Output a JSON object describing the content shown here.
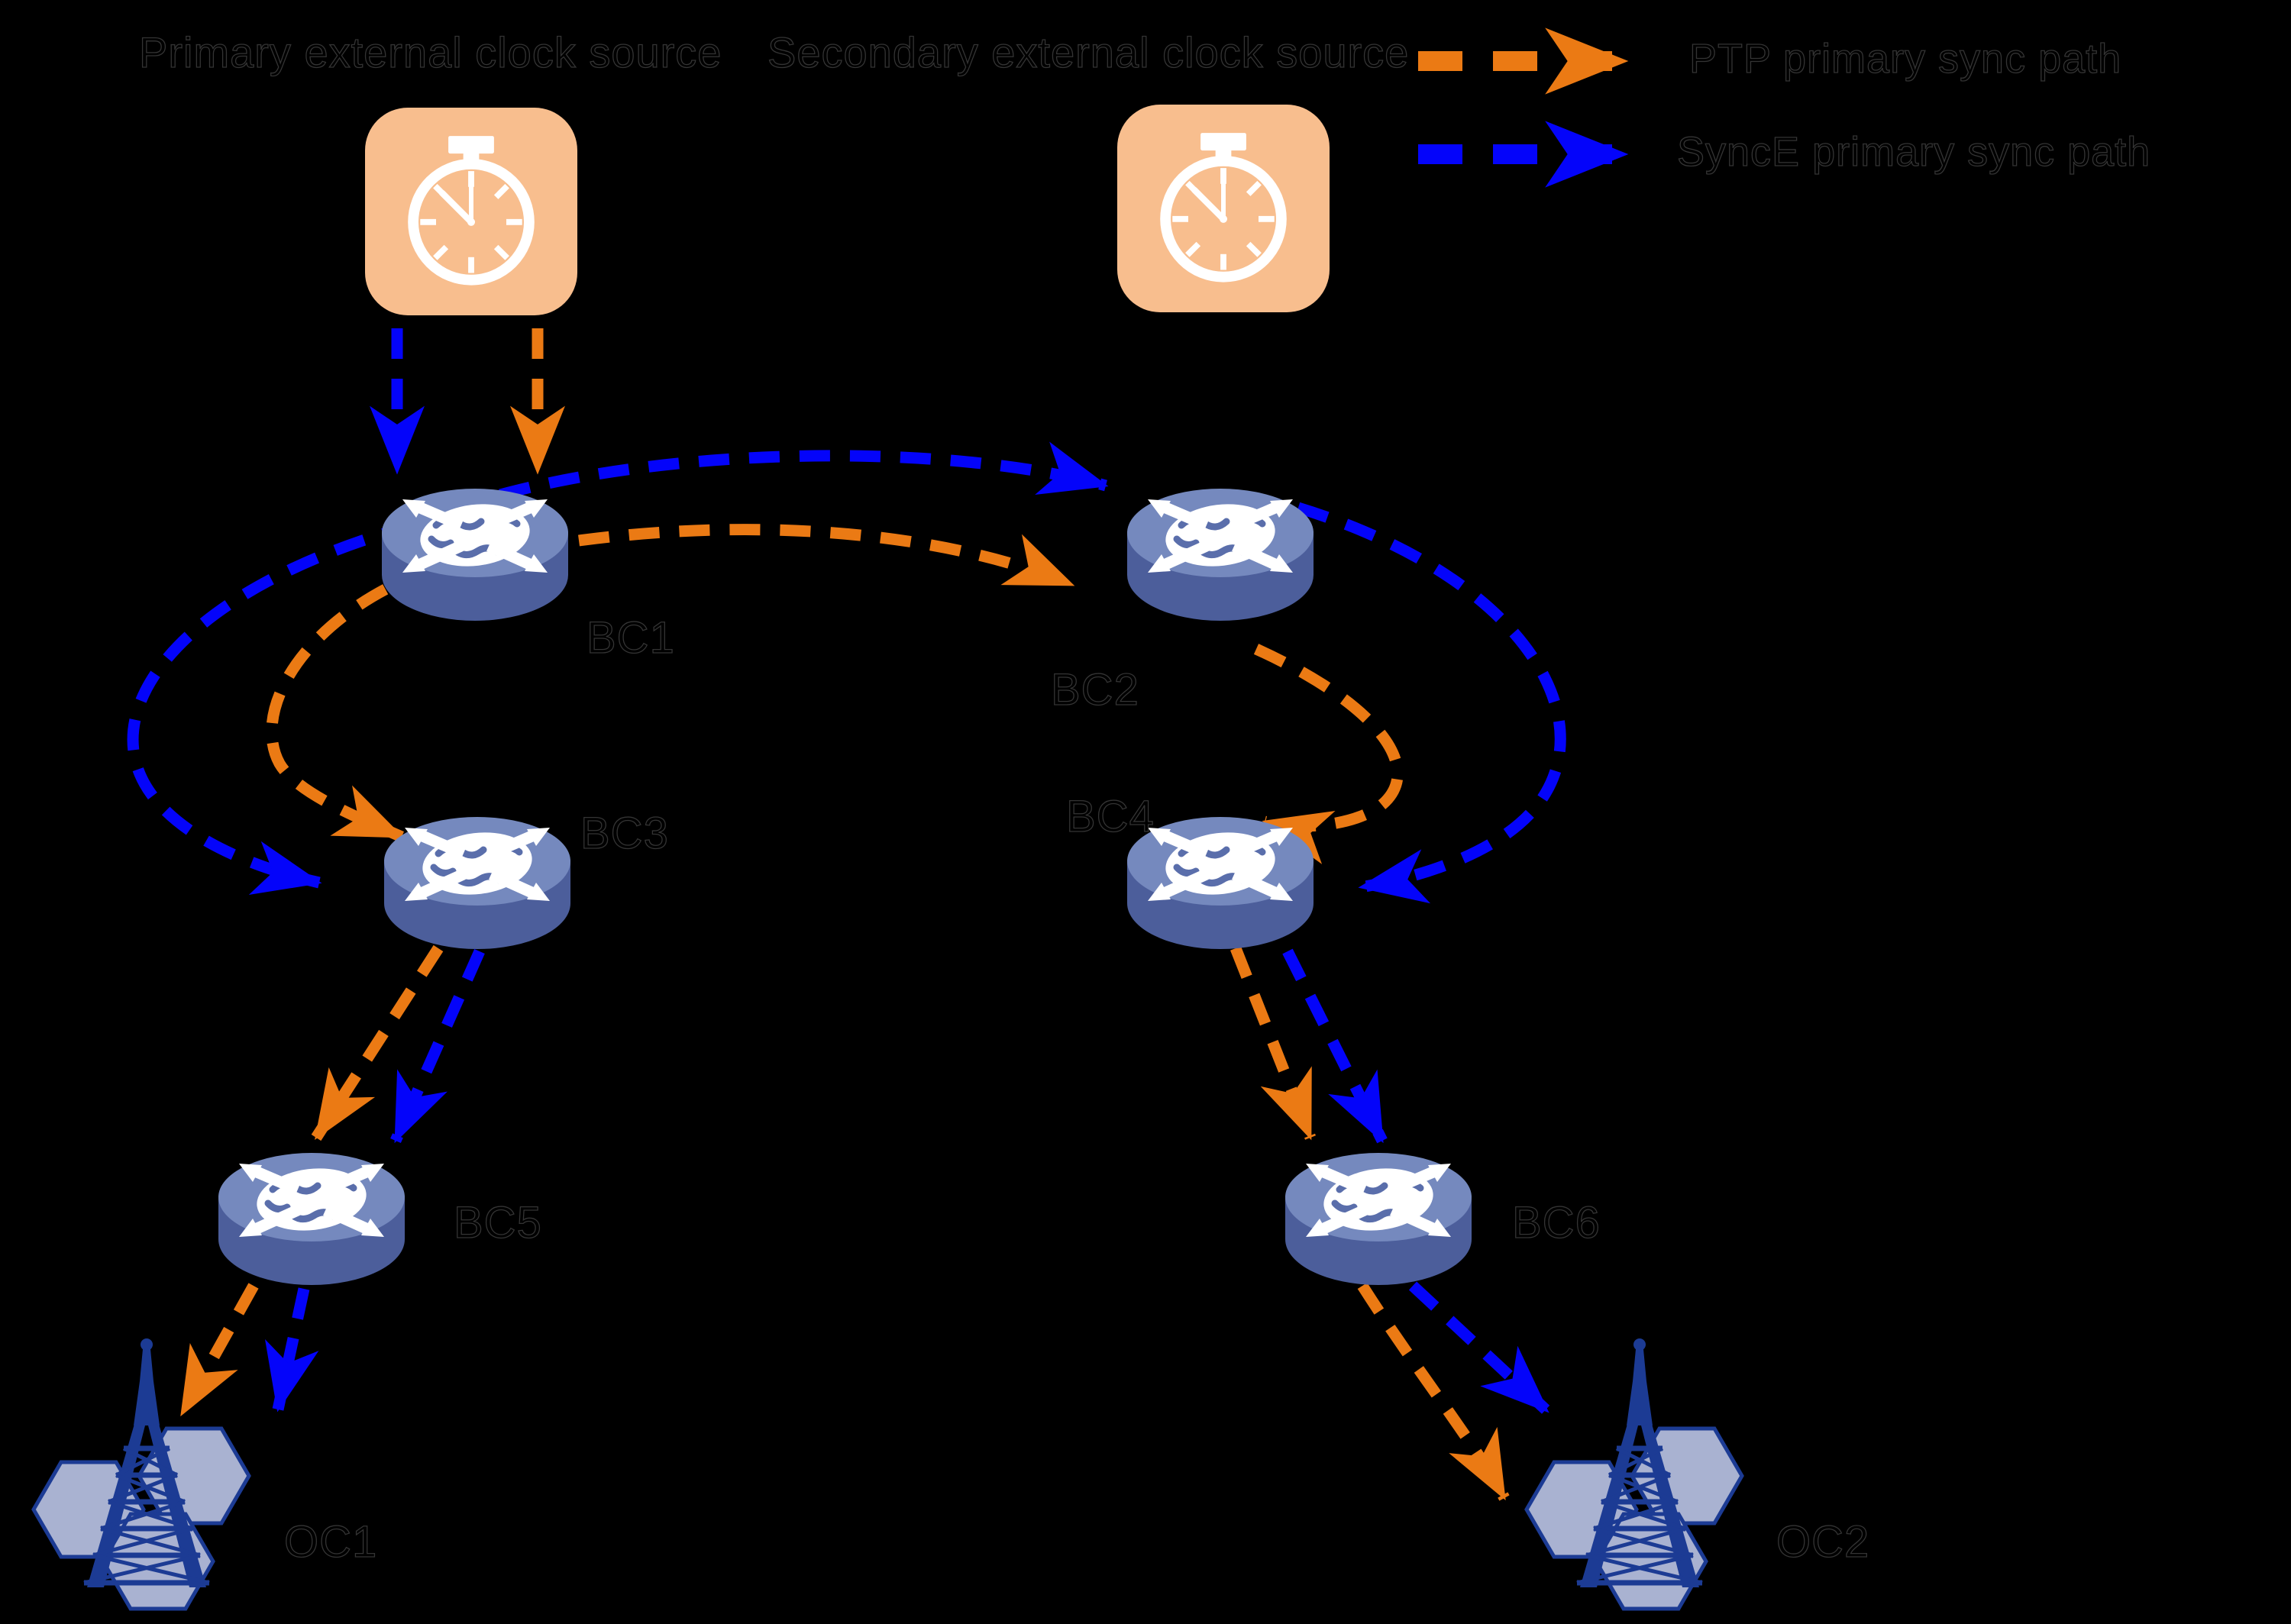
{
  "header": {
    "primary_clock_label": "Primary external clock source",
    "secondary_clock_label": "Secondary external clock source"
  },
  "legend": {
    "items": [
      {
        "label": "PTP primary sync path",
        "color": "#EB7A14",
        "style": "dashed-arrow"
      },
      {
        "label": "SyncE primary sync path",
        "color": "#0404FA",
        "style": "dashed-arrow"
      }
    ]
  },
  "network": {
    "clock_sources": [
      {
        "name": "Primary external clock source",
        "icon": "stopwatch-icon"
      },
      {
        "name": "Secondary external clock source",
        "icon": "stopwatch-icon"
      }
    ],
    "boundary_clocks": [
      {
        "id": "BC1"
      },
      {
        "id": "BC2"
      },
      {
        "id": "BC3"
      },
      {
        "id": "BC4"
      },
      {
        "id": "BC5"
      },
      {
        "id": "BC6"
      }
    ],
    "ordinary_clocks": [
      {
        "id": "OC1"
      },
      {
        "id": "OC2"
      }
    ]
  },
  "paths": {
    "ptp_primary_sync_path": {
      "color": "#EB7A14",
      "edges": [
        [
          "Primary external clock source",
          "BC1"
        ],
        [
          "BC1",
          "BC2"
        ],
        [
          "BC1",
          "BC3"
        ],
        [
          "BC2",
          "BC4"
        ],
        [
          "BC3",
          "BC5"
        ],
        [
          "BC4",
          "BC6"
        ],
        [
          "BC5",
          "OC1"
        ],
        [
          "BC6",
          "OC2"
        ]
      ]
    },
    "synce_primary_sync_path": {
      "color": "#0404FA",
      "edges": [
        [
          "Primary external clock source",
          "BC1"
        ],
        [
          "BC1",
          "BC2"
        ],
        [
          "BC1",
          "BC3"
        ],
        [
          "BC2",
          "BC4"
        ],
        [
          "BC3",
          "BC5"
        ],
        [
          "BC4",
          "BC6"
        ],
        [
          "BC5",
          "OC1"
        ],
        [
          "BC6",
          "OC2"
        ]
      ]
    }
  },
  "colors": {
    "background": "#000000",
    "ptp_path_orange": "#EB7A14",
    "synce_path_blue": "#0404FA",
    "clock_icon_background": "#F8BE8E",
    "clock_icon_glyph": "#FFFFFF",
    "router_top": "#7589BE",
    "router_side": "#4C5E9B",
    "router_glyph": "#FFFFFF",
    "router_glyph_shadow": "#5A6EAB",
    "tower": "#1C3B94",
    "hexagon_fill": "#A9B2D1",
    "label_text": "#000000"
  }
}
